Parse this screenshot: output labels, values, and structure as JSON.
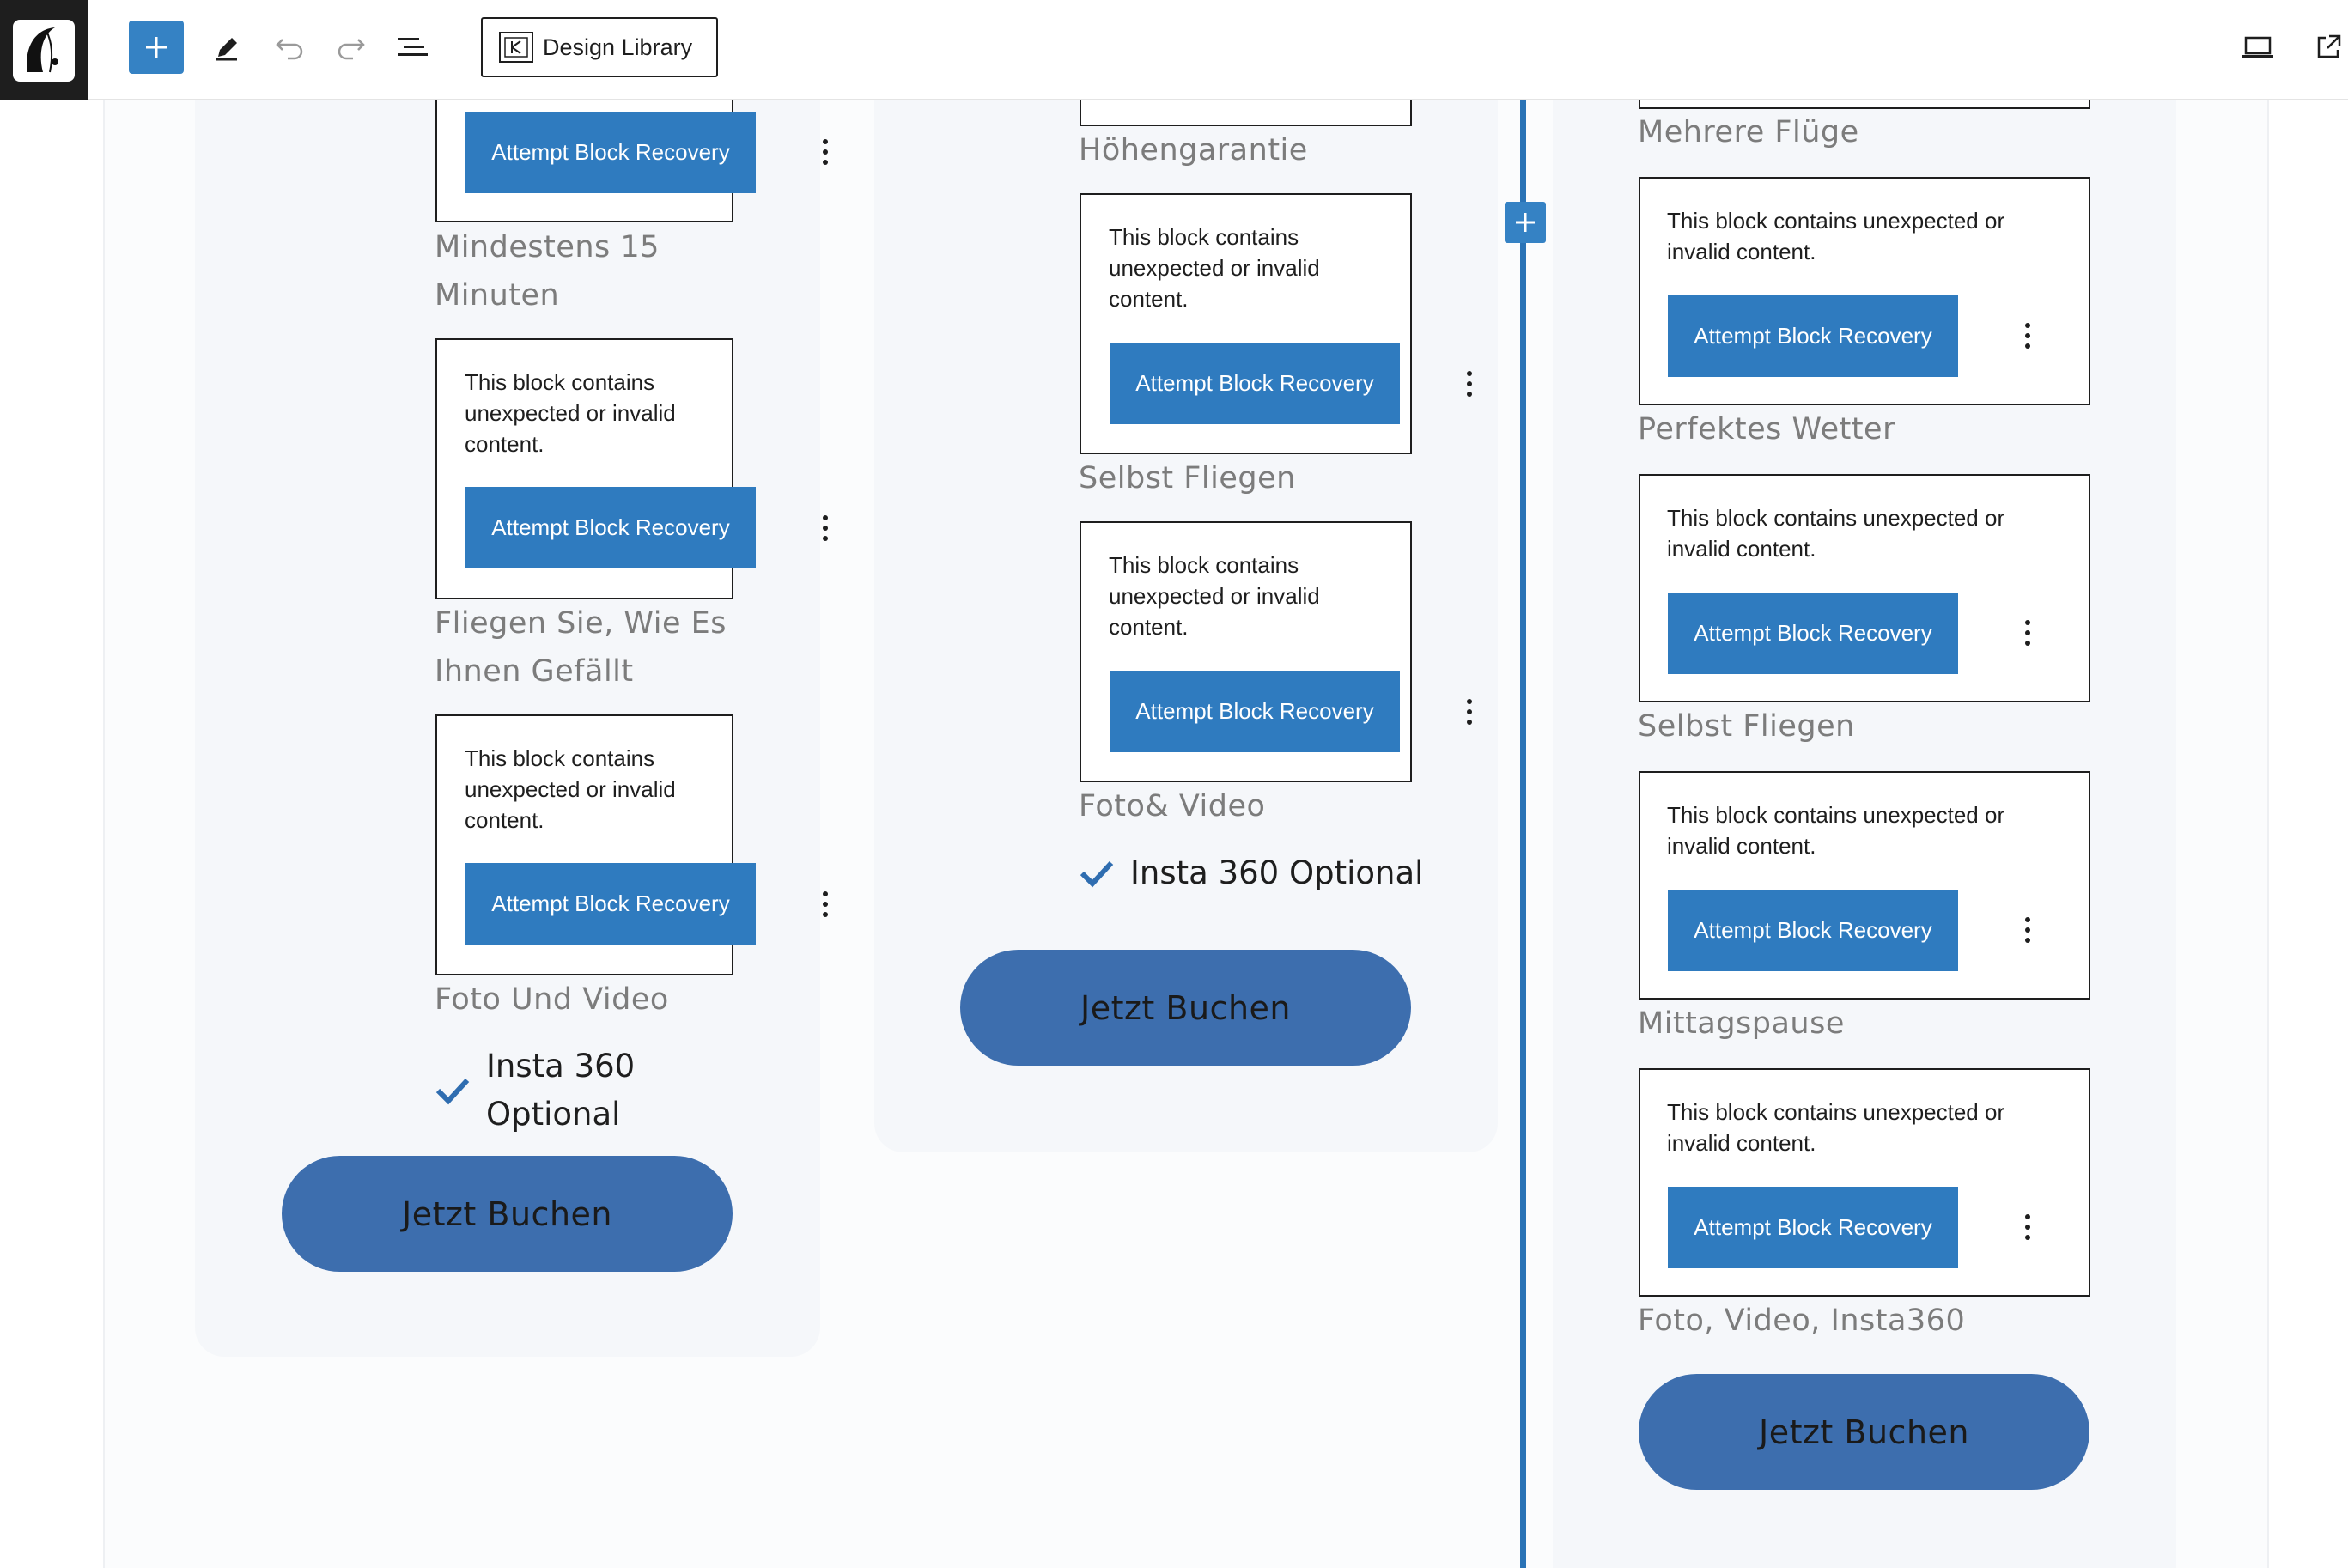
{
  "toolbar": {
    "design_library_label": "Design Library"
  },
  "invalid_block": {
    "message": "This block contains unexpected or invalid content.",
    "recover_label": "Attempt Block Recovery"
  },
  "column1": {
    "features": [
      "Mindestens 15 Minuten",
      "Fliegen Sie, Wie Es Ihnen Gefällt",
      "Foto Und Video"
    ],
    "check_text": "Insta 360 Optional",
    "book_label": "Jetzt Buchen"
  },
  "column2": {
    "features": [
      "Höhengarantie",
      "Selbst Fliegen",
      "Foto& Video"
    ],
    "check_text": "Insta 360 Optional",
    "book_label": "Jetzt Buchen"
  },
  "column3": {
    "features": [
      "Mehrere Flüge",
      "Perfektes Wetter",
      "Selbst Fliegen",
      "Mittagspause",
      "Foto, Video, Insta360"
    ],
    "book_label": "Jetzt Buchen"
  },
  "colors": {
    "accent": "#3582c4",
    "recovery_button": "#2f7bbf",
    "book_button": "#3d6eae",
    "column_bar": "#2a73b6"
  }
}
